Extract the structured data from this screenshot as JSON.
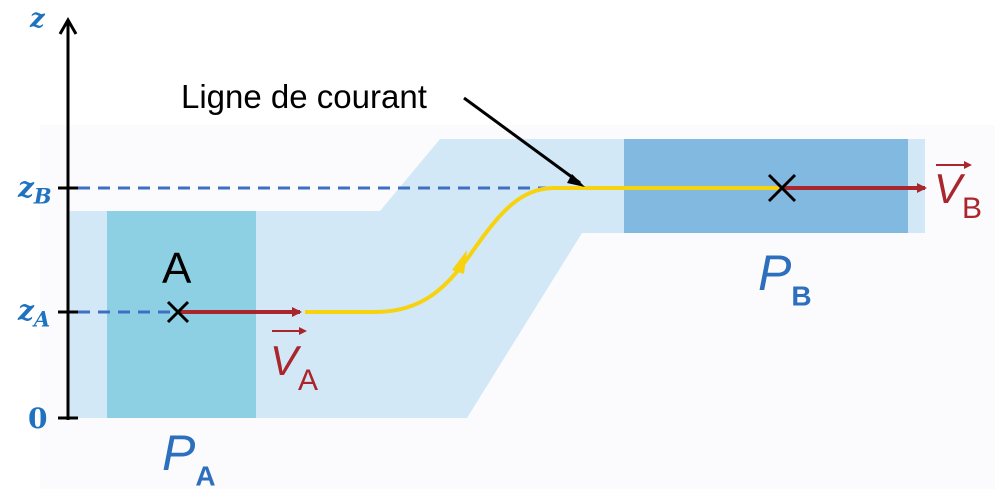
{
  "diagram": {
    "axis": {
      "label": "z",
      "ticks": [
        {
          "label": "z",
          "sub": "B"
        },
        {
          "label": "z",
          "sub": "A"
        },
        {
          "label": "0"
        }
      ]
    },
    "annotation": "Ligne de courant",
    "point_a": "A",
    "pressure_a": {
      "symbol": "P",
      "sub": "A"
    },
    "pressure_b": {
      "symbol": "P",
      "sub": "B"
    },
    "velocity_a": {
      "symbol": "V",
      "sub": "A"
    },
    "velocity_b": {
      "symbol": "V",
      "sub": "B"
    },
    "colors": {
      "pipe_fill": "#d3e8f6",
      "section_a": "#8dd0e3",
      "section_b": "#82b9e1",
      "streamline": "#f7d20e",
      "velocity": "#a8262c",
      "label_blue": "#1f72c0",
      "dashed": "#3f6fc4"
    }
  }
}
